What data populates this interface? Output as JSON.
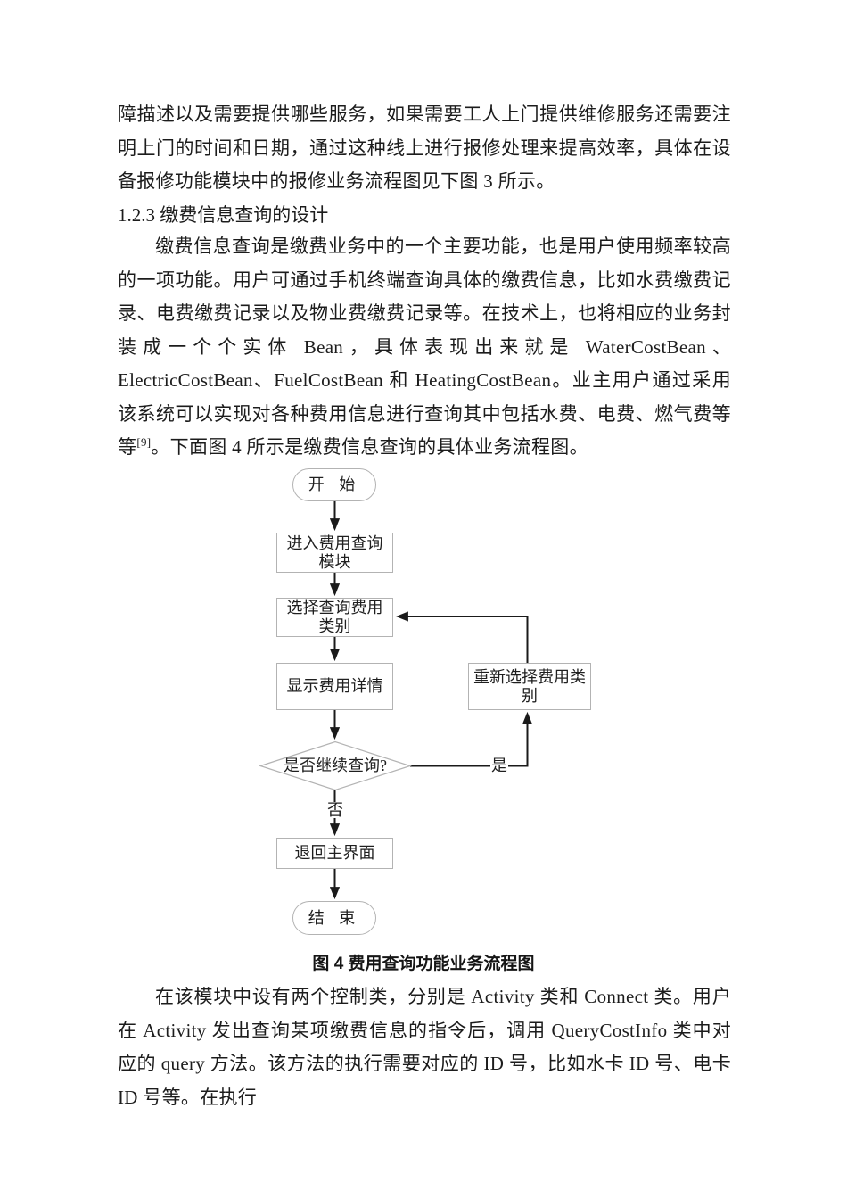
{
  "document": {
    "paragraph1": "障描述以及需要提供哪些服务，如果需要工人上门提供维修服务还需要注明上门的时间和日期，通过这种线上进行报修处理来提高效率，具体在设备报修功能模块中的报修业务流程图见下图 3 所示。",
    "heading": "1.2.3 缴费信息查询的设计",
    "paragraph2_part1": "缴费信息查询是缴费业务中的一个主要功能，也是用户使用频率较高的一项功能。用户可通过手机终端查询具体的缴费信息，比如水费缴费记录、电费缴费记录以及物业费缴费记录等。在技术上，也将相应的业务封装成一个个实体 Bean，具体表现出来就是 WaterCostBean、ElectricCostBean、FuelCostBean 和 HeatingCostBean。业主用户通过采用该系统可以实现对各种费用信息进行查询其中包括水费、电费、燃气费等等",
    "paragraph2_ref": "[9]",
    "paragraph2_part2": "。下面图 4 所示是缴费信息查询的具体业务流程图。",
    "figure_caption": "图 4 费用查询功能业务流程图",
    "paragraph3": "在该模块中设有两个控制类，分别是 Activity 类和 Connect 类。用户在 Activity 发出查询某项缴费信息的指令后，调用 QueryCostInfo 类中对应的 query 方法。该方法的执行需要对应的 ID 号，比如水卡 ID 号、电卡 ID 号等。在执行"
  },
  "flowchart": {
    "start": "开 始",
    "enter_module": "进入费用查询模块",
    "select_category": "选择查询费用类别",
    "show_detail": "显示费用详情",
    "reselect_category": "重新选择费用类别",
    "decision": "是否继续查询?",
    "return_main": "退回主界面",
    "end": "结 束",
    "label_yes": "是",
    "label_no": "否"
  },
  "colors": {
    "text": "#1c1c1c",
    "shape_border": "#b3b3b3",
    "arrow": "#1a1a1a",
    "background": "#ffffff"
  }
}
